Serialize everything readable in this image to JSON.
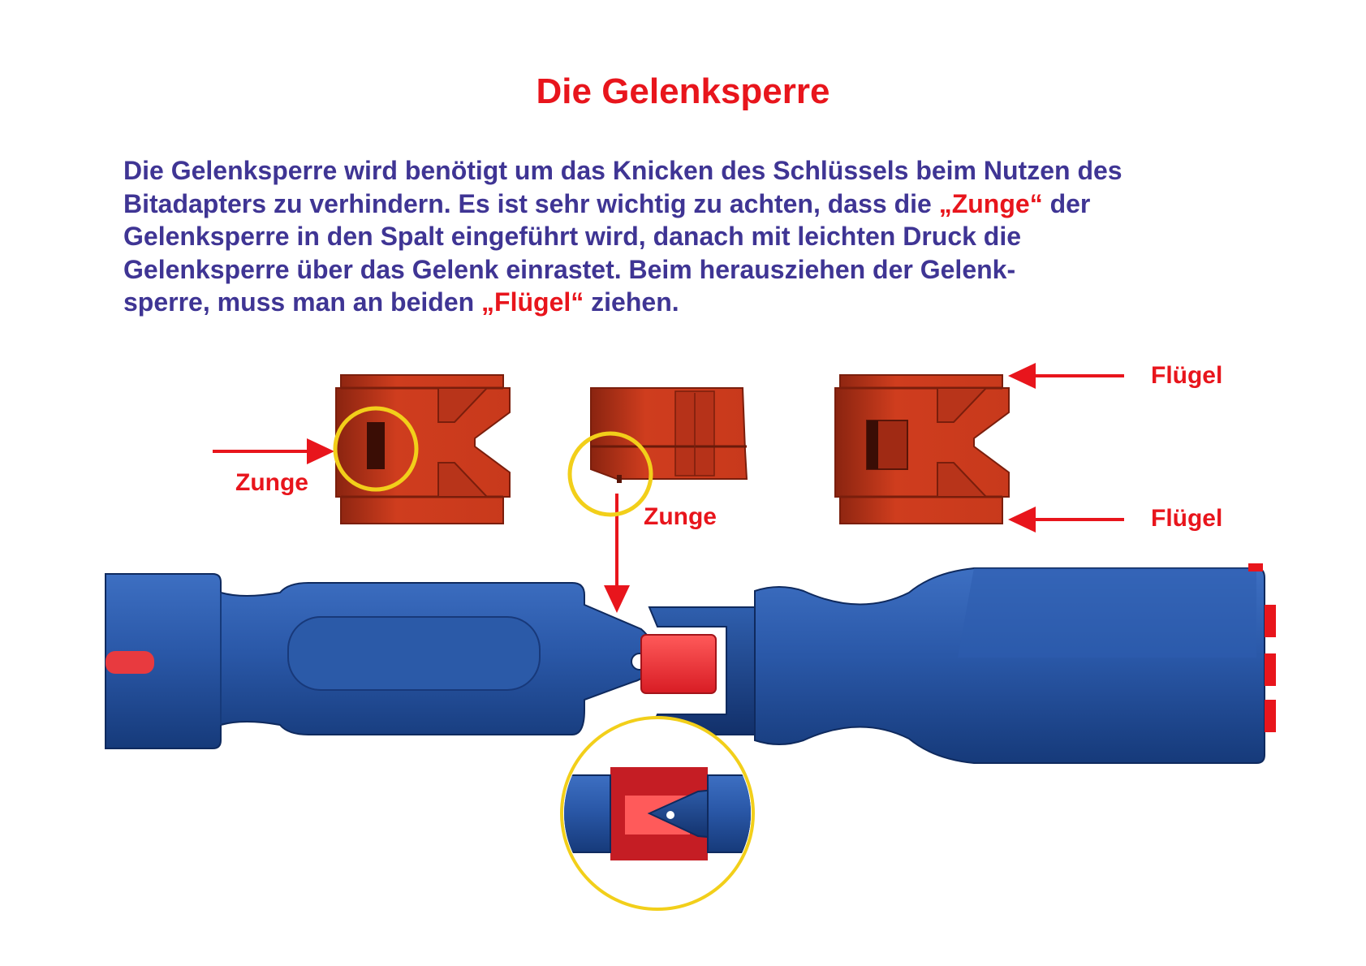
{
  "title": "Die Gelenksperre",
  "paragraph": {
    "line1": "Die Gelenksperre wird benötigt um das Knicken des Schlüssels beim Nutzen des",
    "line2_a": "Bitadapters zu verhindern. Es ist sehr wichtig zu achten, dass die ",
    "line2_hl": "„Zunge“",
    "line2_b": " der",
    "line3": "Gelenksperre in den Spalt eingeführt wird, danach mit leichten Druck die",
    "line4": "Gelenksperre über das Gelenk einrastet. Beim herausziehen der Gelenk-",
    "line5_a": "sperre, muss man an beiden ",
    "line5_hl": "„Flügel“",
    "line5_b": " ziehen."
  },
  "labels": {
    "zunge_left": "Zunge",
    "zunge_middle": "Zunge",
    "fluegel_top": "Flügel",
    "fluegel_bottom": "Flügel"
  },
  "colors": {
    "title_red": "#e8151c",
    "text_blue": "#3f3594",
    "part_orange": "#c8391c",
    "tool_blue": "#1f4f9a",
    "highlight_yellow": "#f2cf1a"
  }
}
